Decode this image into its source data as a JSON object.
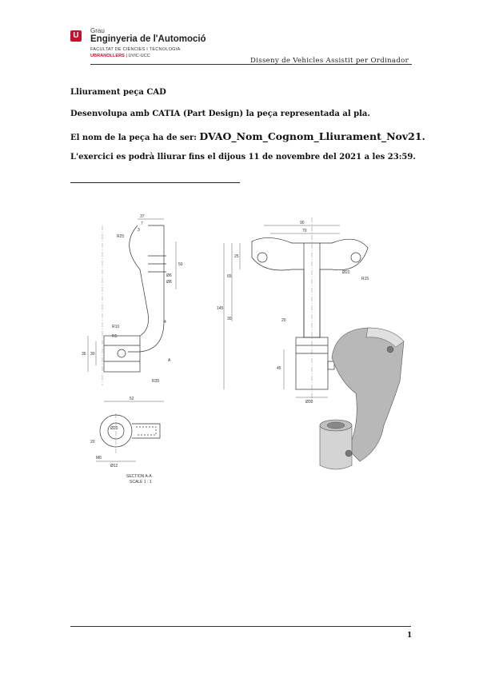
{
  "header": {
    "logo_letter": "U",
    "program": "Grau",
    "degree": "Enginyeria de l'Automoció",
    "faculty": "FACULTAT DE CIÈNCIES I TECNOLOGIA",
    "university_red": "UBRANOLLERS",
    "university_rest": " | UVIC-UCC",
    "course": "Disseny de Vehicles Assistit per Ordinador"
  },
  "body": {
    "heading": "Lliurament peça CAD",
    "instruction": "Desenvolupa amb CATIA (Part Design) la peça representada al pla.",
    "name_prefix": "El nom de la peça ha de ser: ",
    "file_name": "DVAO_Nom_Cognom_Lliurament_Nov21.",
    "deadline": "L'exercici es podrà lliurar fins el dijous 11 de novembre del 2021 a les 23:59."
  },
  "drawing": {
    "dims_left": [
      "37",
      "7",
      "3",
      "R25",
      "50",
      "Ø6",
      "Ø8",
      "R10",
      "4",
      "R5",
      "35",
      "30",
      "52",
      "A",
      "R35"
    ],
    "dims_front": [
      "90",
      "70",
      "25",
      "65",
      "145",
      "30",
      "20",
      "Ø22",
      "R15",
      "45",
      "Ø30"
    ],
    "section_dims": [
      "Ø20",
      "20",
      "M6",
      "Ø12"
    ],
    "section_title": "SECTION A-A",
    "section_scale": "SCALE 1 : 1"
  },
  "footer": {
    "page_number": "1"
  }
}
